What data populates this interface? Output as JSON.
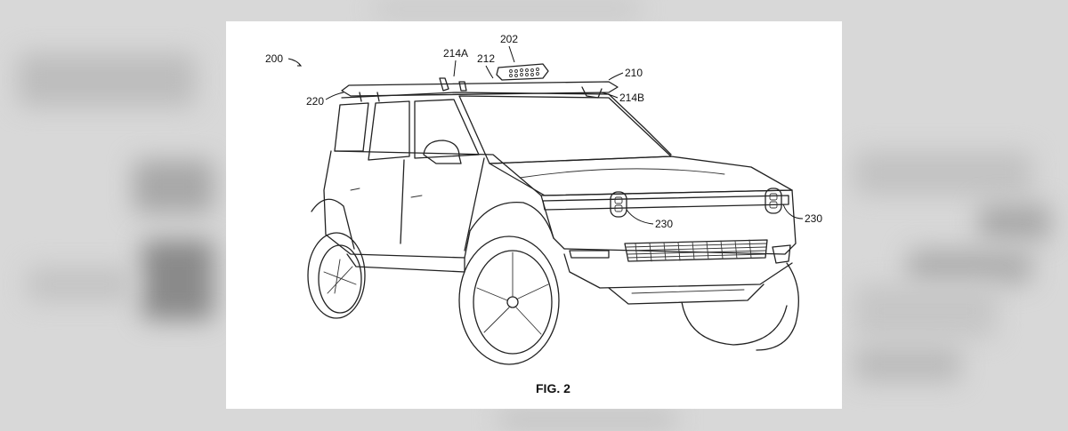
{
  "figure": {
    "caption": "FIG. 2",
    "reference_numerals": {
      "vehicle": "200",
      "sensor_pod": "202",
      "roof_rack": "210",
      "crossbar": "212",
      "mount_front": "214A",
      "mount_rear": "214B",
      "rail": "220",
      "light_left": "230",
      "light_right": "230"
    }
  },
  "colors": {
    "line": "#222222",
    "sheet": "#ffffff",
    "background_blur": "#d8d8d8"
  }
}
